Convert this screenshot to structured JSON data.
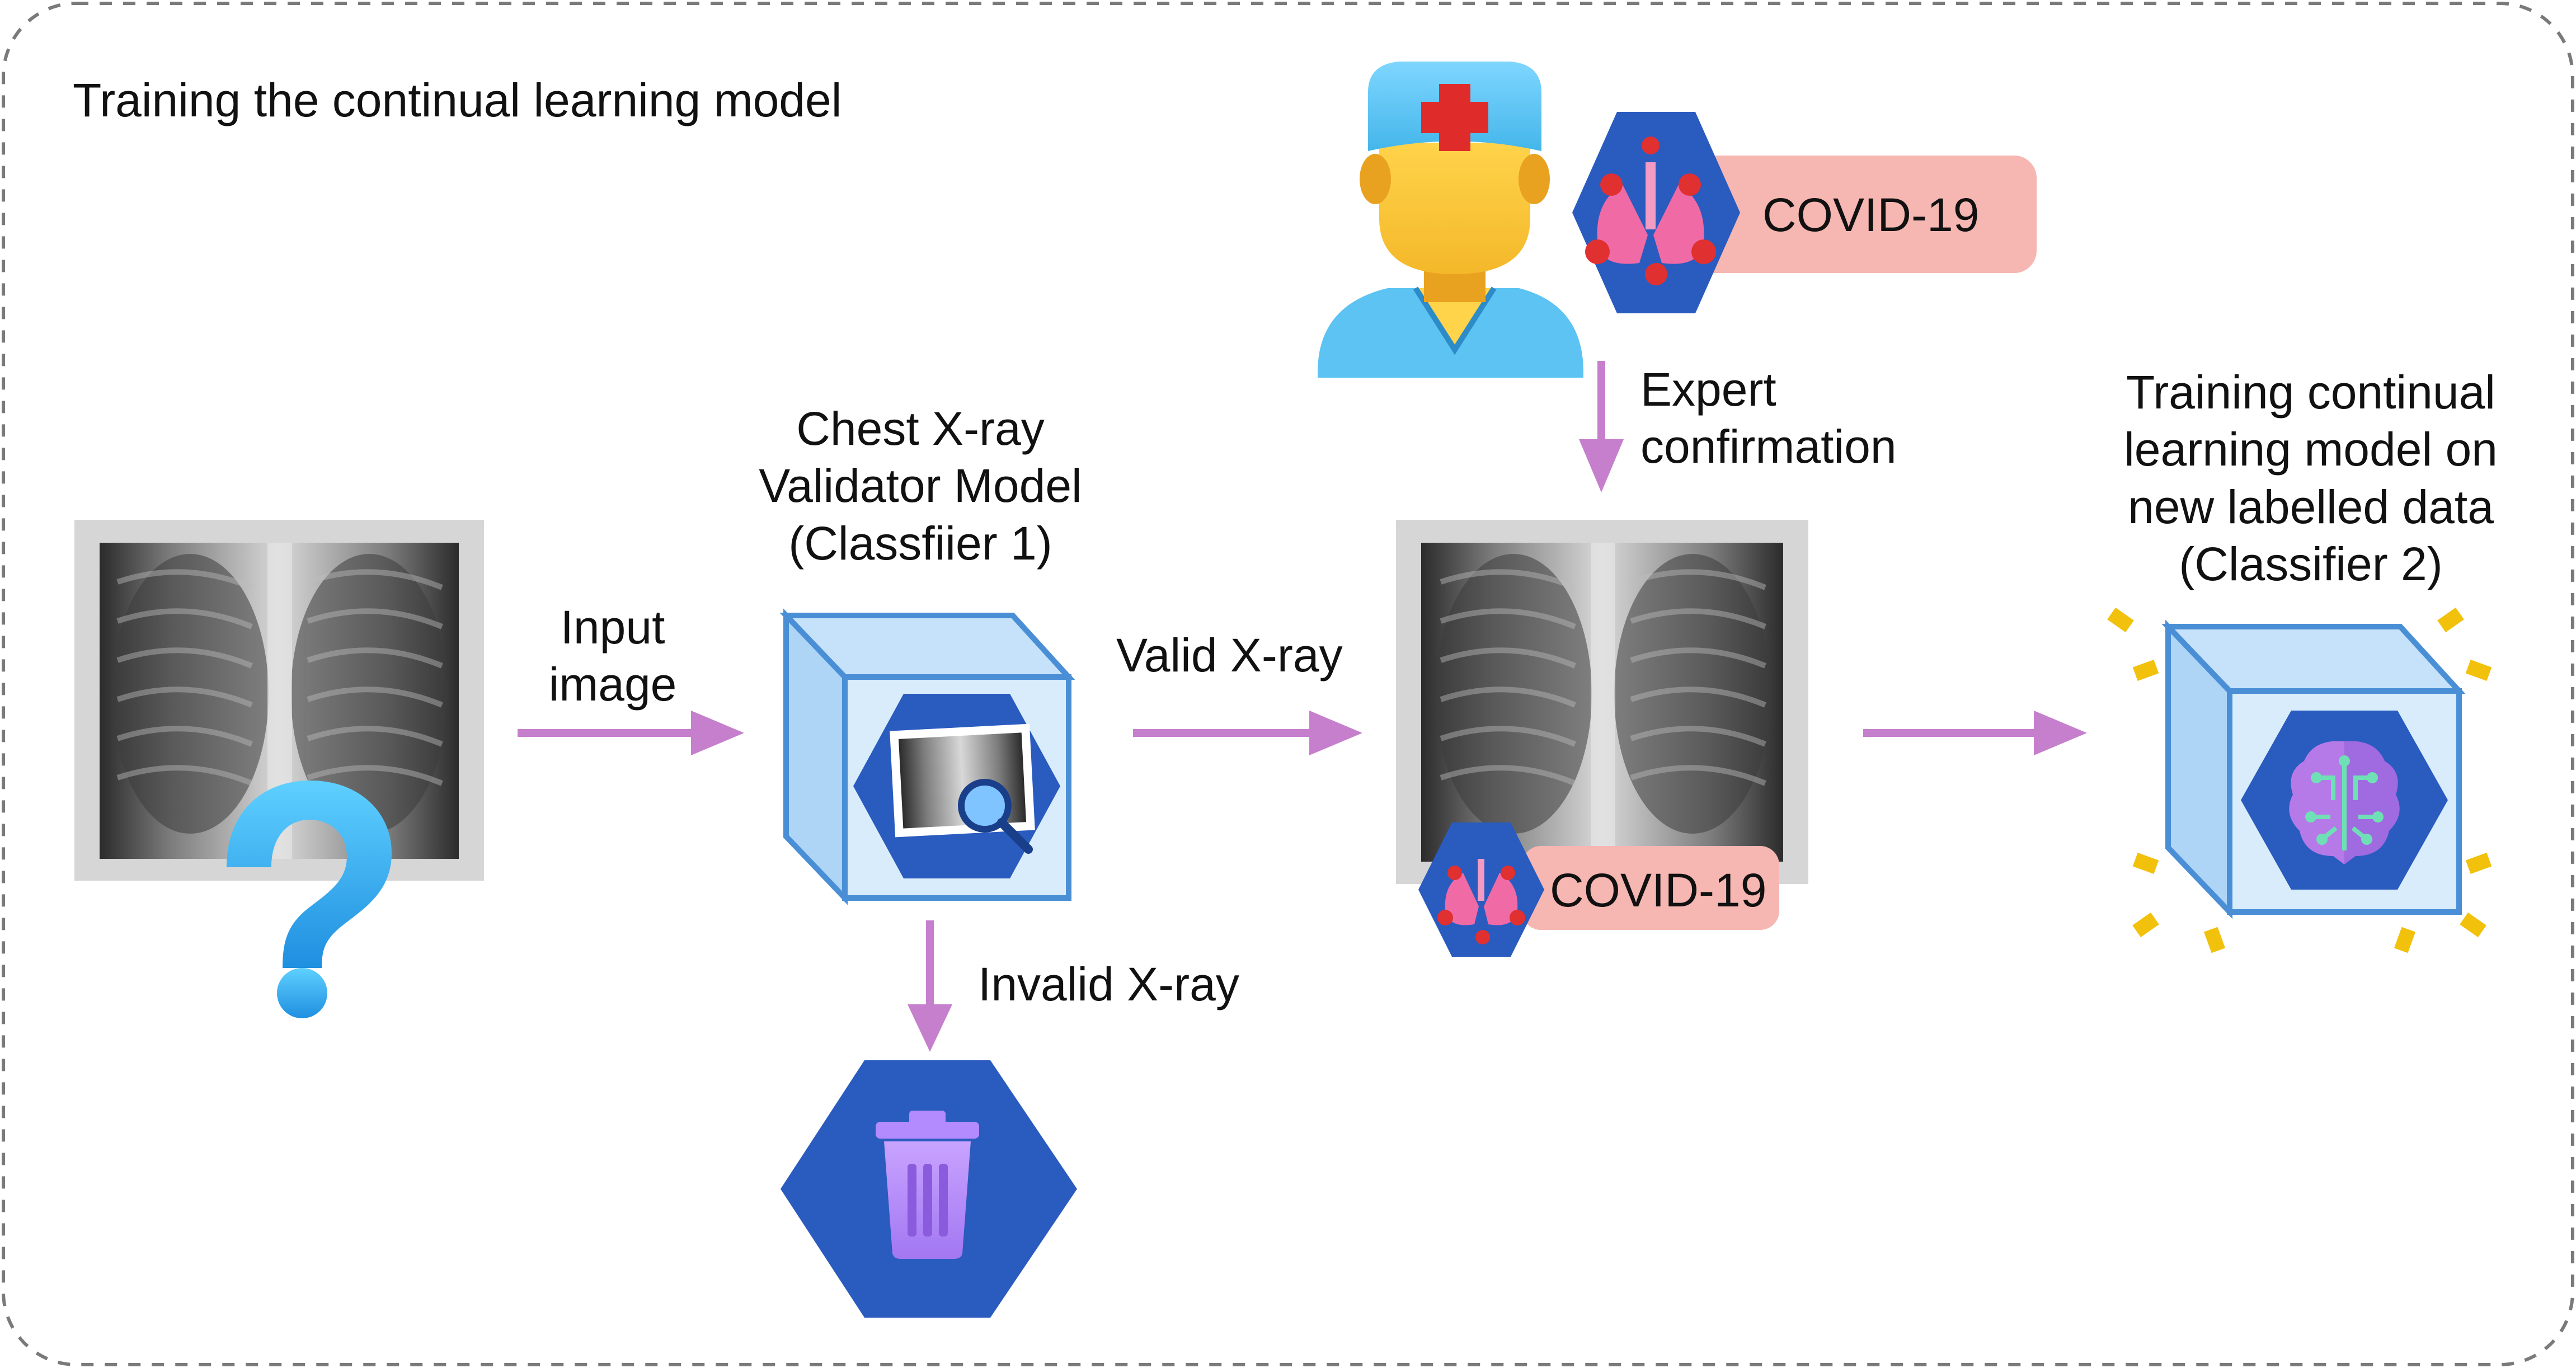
{
  "diagram": {
    "title": "Training the continual learning model",
    "steps": {
      "input": "Input\nimage",
      "validator": "Chest X-ray\nValidator Model\n(Classfiier 1)",
      "valid": "Valid X-ray",
      "invalid": "Invalid X-ray",
      "expert": "Expert\nconfirmation",
      "training": "Training continual\nlearning model on\nnew labelled data\n(Classifier 2)"
    },
    "labels": {
      "covid_top": "COVID-19",
      "covid_xray": "COVID-19"
    },
    "icons": [
      "question-mark-icon",
      "xray-validator-icon",
      "trash-icon",
      "doctor-icon",
      "covid-lungs-icon",
      "brain-chip-icon"
    ],
    "colors": {
      "arrow": "#c67fcc",
      "hex_blue": "#2a5bbf",
      "cube_face": "#d9ecfb",
      "cube_edge": "#4a8fd6",
      "covid_tag": "#f6b6b1",
      "sparkle": "#f2c10c",
      "question": "#2aa7e8"
    }
  }
}
